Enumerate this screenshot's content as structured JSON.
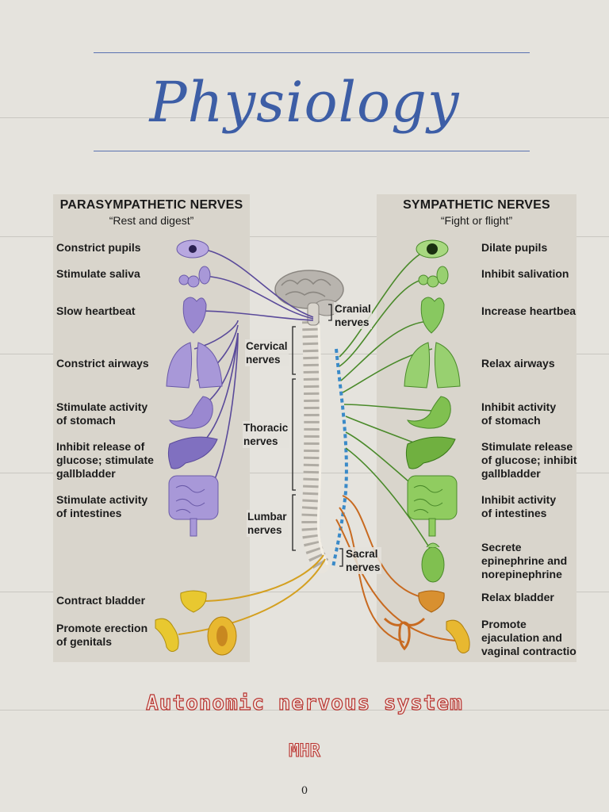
{
  "title": "Physiology",
  "parasympathetic": {
    "heading": "PARASYMPATHETIC NERVES",
    "subheading": "“Rest and digest”",
    "effects": [
      "Constrict pupils",
      "Stimulate saliva",
      "Slow heartbeat",
      "Constrict airways",
      "Stimulate activity\nof stomach",
      "Inhibit release of\nglucose; stimulate\ngallbladder",
      "Stimulate activity\nof intestines",
      "Contract bladder",
      "Promote erection\nof genitals"
    ],
    "color": "#5a4a9a"
  },
  "sympathetic": {
    "heading": "SYMPATHETIC NERVES",
    "subheading": "“Fight or flight”",
    "effects": [
      "Dilate pupils",
      "Inhibit salivation",
      "Increase heartbea",
      "Relax airways",
      "Inhibit activity\nof stomach",
      "Stimulate release\nof glucose; inhibit\ngallbladder",
      "Inhibit activity\nof intestines",
      "Secrete\nepinephrine and\nnorepinephrine",
      "Relax bladder",
      "Promote\nejaculation and\nvaginal contractio"
    ],
    "color": "#4a8a2a"
  },
  "nerve_regions": {
    "cranial": "Cranial\nnerves",
    "cervical": "Cervical\nnerves",
    "thoracic": "Thoracic\nnerves",
    "lumbar": "Lumbar\nnerves",
    "sacral": "Sacral\nnerves"
  },
  "caption": "Autonomic nervous system",
  "author": "MHR",
  "page_number": "0",
  "colors": {
    "title": "#3d5ea6",
    "caption_outline": "#b8322e",
    "sacral_nerve": "#d4a020",
    "lumbar_nerve": "#c86a20",
    "spine_blue": "#3a8ac8"
  }
}
